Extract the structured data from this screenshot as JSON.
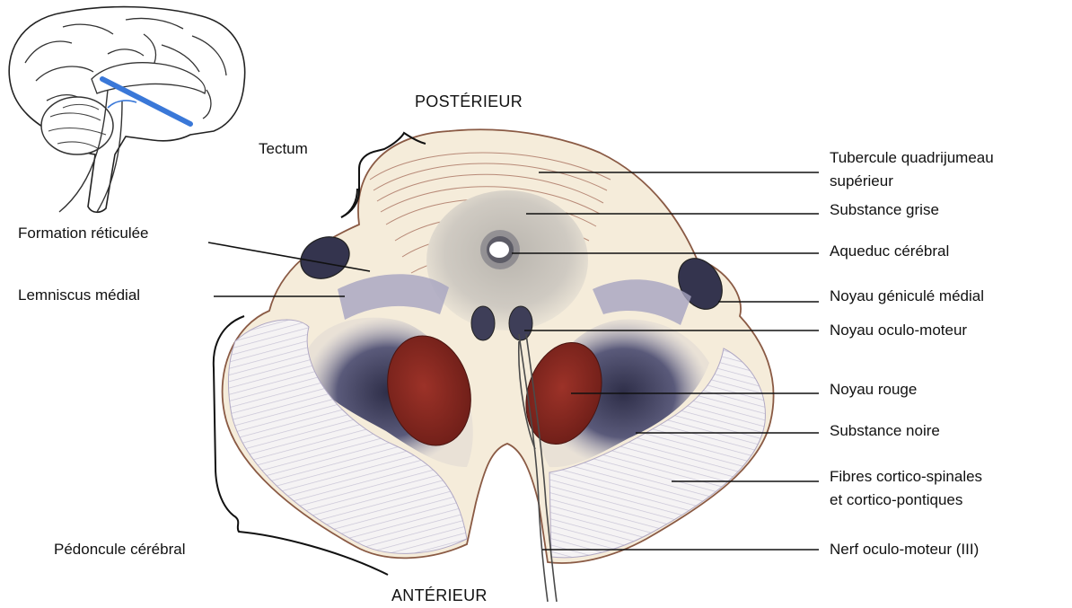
{
  "orientation": {
    "top": "POSTÉRIEUR",
    "bottom": "ANTÉRIEUR"
  },
  "labels_left": {
    "tectum": "Tectum",
    "formation_reticulee": "Formation réticulée",
    "lemniscus_medial": "Lemniscus médial",
    "pedoncule_cerebral": "Pédoncule cérébral"
  },
  "labels_right": {
    "tubercule_l1": "Tubercule quadrijumeau",
    "tubercule_l2": "supérieur",
    "substance_grise": "Substance grise",
    "aqueduc": "Aqueduc cérébral",
    "geniculate": "Noyau géniculé médial",
    "oculo_moteur": "Noyau oculo-moteur",
    "noyau_rouge": "Noyau rouge",
    "substance_noire": "Substance noire",
    "fibres_l1": "Fibres cortico-spinales",
    "fibres_l2": "et cortico-pontiques",
    "nerf": "Nerf oculo-moteur (III)"
  },
  "colors": {
    "section_plane": "#3a78d8",
    "red_nucleus": "#8e2a22",
    "substantia_nigra": "#3a3a5c",
    "grey_matter": "#c9c6c0",
    "tissue": "#f4ead8",
    "outline": "#8a5a44"
  }
}
